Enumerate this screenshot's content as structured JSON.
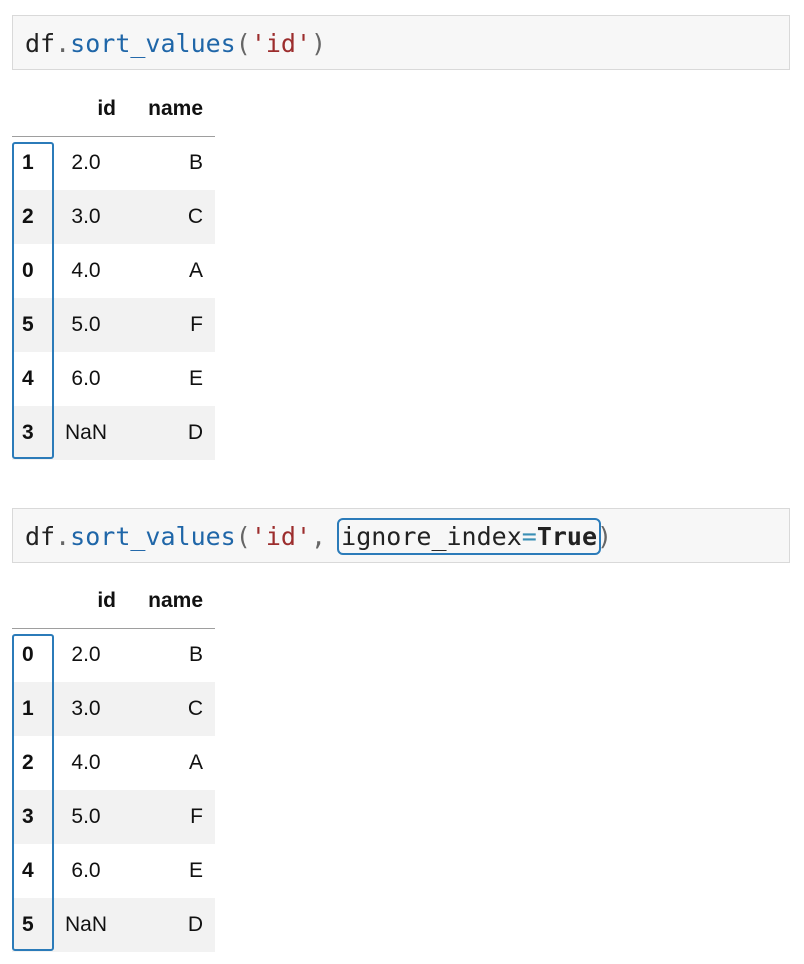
{
  "cells": [
    {
      "code": {
        "var": "df",
        "dot": ".",
        "fn": "sort_values",
        "open": "(",
        "arg": "'id'",
        "close": ")"
      },
      "table": {
        "columns": [
          "id",
          "name"
        ],
        "rows": [
          {
            "index": "1",
            "id": "2.0",
            "name": "B"
          },
          {
            "index": "2",
            "id": "3.0",
            "name": "C"
          },
          {
            "index": "0",
            "id": "4.0",
            "name": "A"
          },
          {
            "index": "5",
            "id": "5.0",
            "name": "F"
          },
          {
            "index": "4",
            "id": "6.0",
            "name": "E"
          },
          {
            "index": "3",
            "id": "NaN",
            "name": "D"
          }
        ]
      }
    },
    {
      "code": {
        "var": "df",
        "dot": ".",
        "fn": "sort_values",
        "open": "(",
        "arg": "'id'",
        "comma": ", ",
        "kwarg_name": "ignore_index",
        "kwarg_eq": "=",
        "kwarg_value": "True",
        "close": ")"
      },
      "table": {
        "columns": [
          "id",
          "name"
        ],
        "rows": [
          {
            "index": "0",
            "id": "2.0",
            "name": "B"
          },
          {
            "index": "1",
            "id": "3.0",
            "name": "C"
          },
          {
            "index": "2",
            "id": "4.0",
            "name": "A"
          },
          {
            "index": "3",
            "id": "5.0",
            "name": "F"
          },
          {
            "index": "4",
            "id": "6.0",
            "name": "E"
          },
          {
            "index": "5",
            "id": "NaN",
            "name": "D"
          }
        ]
      }
    }
  ],
  "colors": {
    "highlight_box": "#2b7bb9",
    "function_name": "#1f66a8",
    "string_literal": "#9c2d2d",
    "code_background": "#f7f7f7",
    "striped_row": "#f2f2f2"
  }
}
